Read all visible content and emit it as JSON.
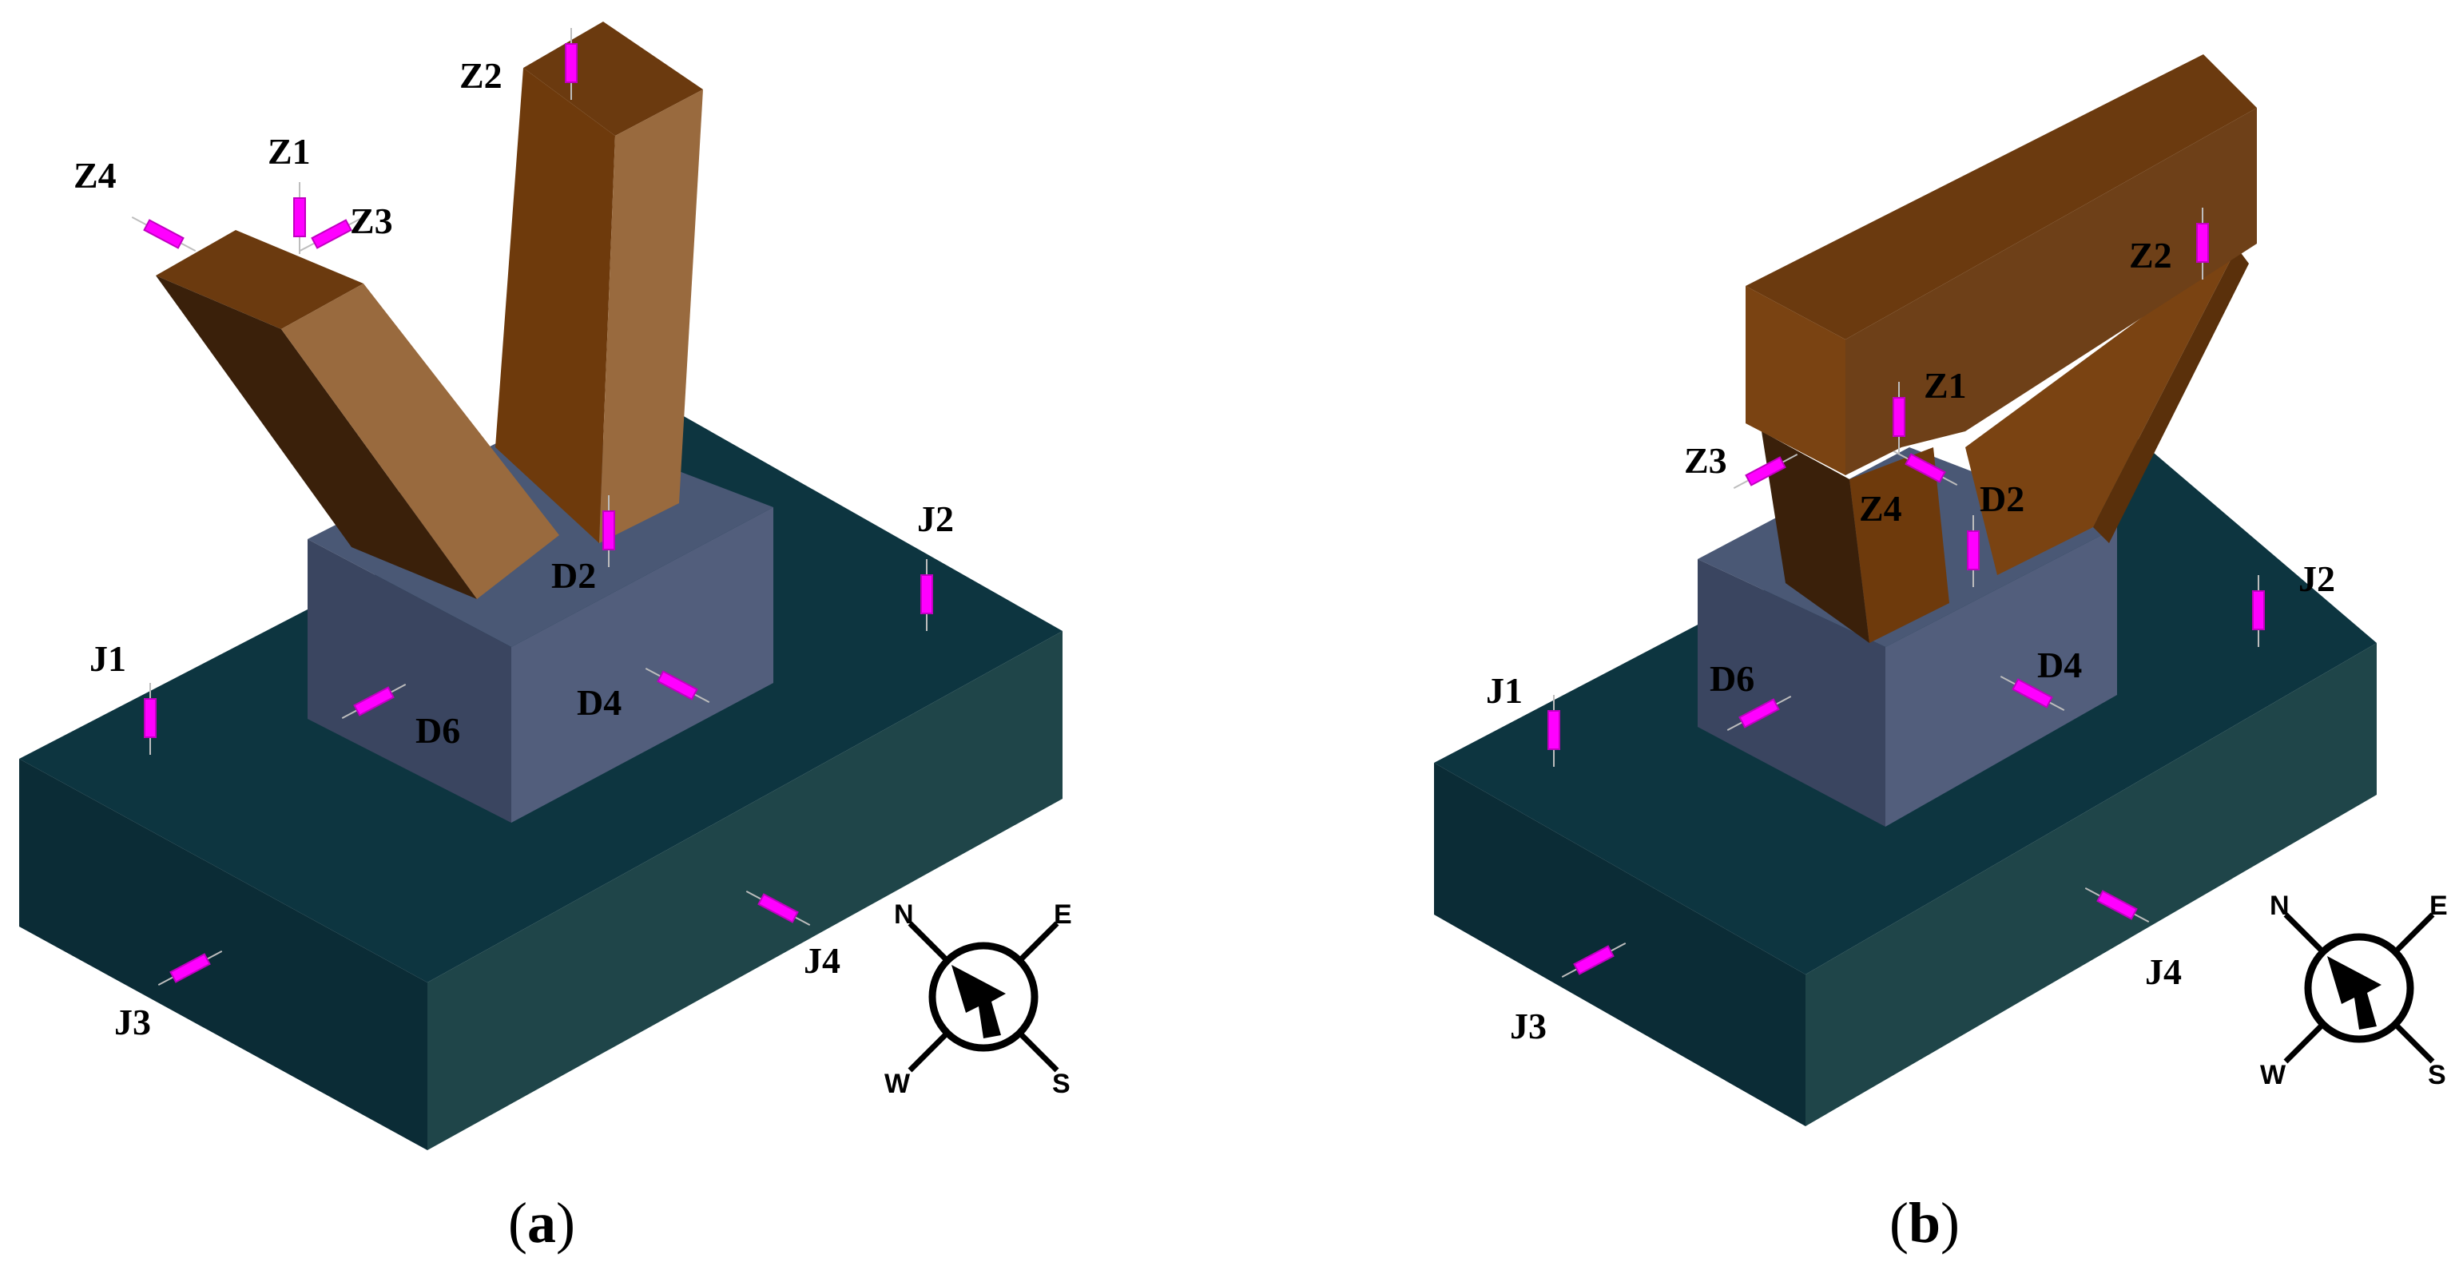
{
  "panels": [
    {
      "id": "a",
      "caption_open": "(",
      "caption_letter": "a",
      "caption_close": ")",
      "labels": {
        "z1": "Z1",
        "z2": "Z2",
        "z3": "Z3",
        "z4": "Z4",
        "d2": "D2",
        "d4": "D4",
        "d6": "D6",
        "j1": "J1",
        "j2": "J2",
        "j3": "J3",
        "j4": "J4"
      }
    },
    {
      "id": "b",
      "caption_open": "(",
      "caption_letter": "b",
      "caption_close": ")",
      "labels": {
        "z1": "Z1",
        "z2": "Z2",
        "z3": "Z3",
        "z4": "Z4",
        "d2": "D2",
        "d4": "D4",
        "d6": "D6",
        "j1": "J1",
        "j2": "J2",
        "j3": "J3",
        "j4": "J4"
      }
    }
  ],
  "compass": {
    "n": "N",
    "e": "E",
    "s": "S",
    "w": "W"
  },
  "colors": {
    "foundation_top": "#0d3540",
    "foundation_left": "#0b2c36",
    "foundation_right": "#1f4549",
    "pedestal_top": "#4a5875",
    "pedestal_left": "#3a4560",
    "pedestal_right": "#525e7c",
    "column_top": "#6b3a0f",
    "column_dark": "#3a200a",
    "column_light": "#996a3e",
    "column_mid": "#7a4312",
    "sensor": "#ff00ff"
  }
}
